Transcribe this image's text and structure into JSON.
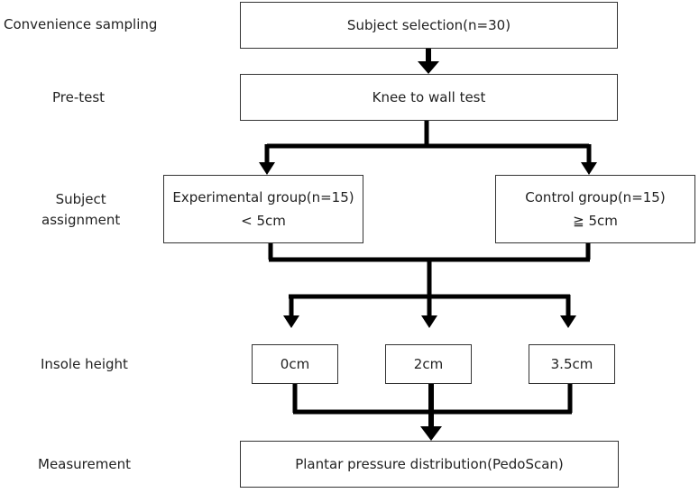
{
  "stages": {
    "sampling": "Convenience sampling",
    "pretest": "Pre-test",
    "assignment_line1": "Subject",
    "assignment_line2": "assignment",
    "insole": "Insole height",
    "measurement": "Measurement"
  },
  "boxes": {
    "selection": "Subject selection(n=30)",
    "knee_test": "Knee to wall test",
    "experimental_title": "Experimental group(n=15)",
    "experimental_criterion": "< 5cm",
    "control_title": "Control group(n=15)",
    "control_criterion": "≧ 5cm",
    "height_0": "0cm",
    "height_2": "2cm",
    "height_35": "3.5cm",
    "plantar": "Plantar pressure distribution(PedoScan)"
  }
}
